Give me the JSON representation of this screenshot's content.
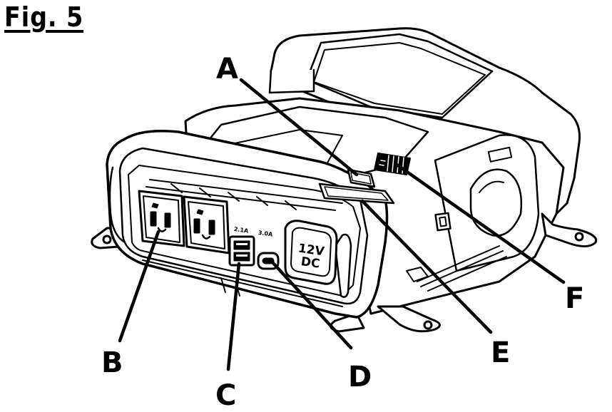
{
  "figure": {
    "title": "Fig. 5"
  },
  "callouts": [
    {
      "id": "a",
      "label": "A"
    },
    {
      "id": "b",
      "label": "B"
    },
    {
      "id": "c",
      "label": "C"
    },
    {
      "id": "d",
      "label": "D"
    },
    {
      "id": "e",
      "label": "E"
    },
    {
      "id": "f",
      "label": "F"
    }
  ],
  "device_markings": {
    "dc_outlet_line1": "12V",
    "dc_outlet_line2": "DC",
    "usb_a_rating": "2.1A",
    "usb_c_rating": "3.0A"
  }
}
